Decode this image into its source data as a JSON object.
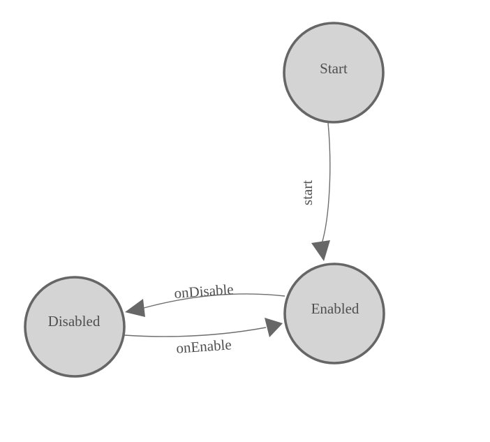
{
  "diagram": {
    "nodes": [
      {
        "id": "start",
        "label": "Start"
      },
      {
        "id": "enabled",
        "label": "Enabled"
      },
      {
        "id": "disabled",
        "label": "Disabled"
      }
    ],
    "edges": [
      {
        "from": "start",
        "to": "enabled",
        "label": "start"
      },
      {
        "from": "enabled",
        "to": "disabled",
        "label": "onDisable"
      },
      {
        "from": "disabled",
        "to": "enabled",
        "label": "onEnable"
      }
    ],
    "colors": {
      "background": "#ffffff",
      "node_fill": "#d4d4d4",
      "node_stroke": "#666666",
      "edge_stroke": "#6e6e6e",
      "arrowhead_fill": "#676767",
      "label_text": "#4f4f4f"
    }
  }
}
